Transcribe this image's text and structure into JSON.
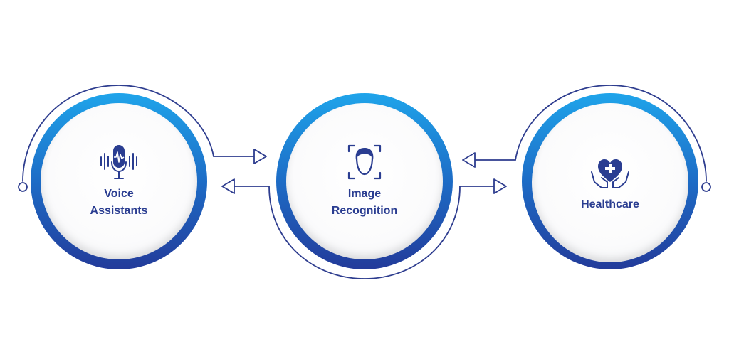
{
  "colors": {
    "accent_light": "#1fa4ea",
    "accent_dark": "#233b9a",
    "label": "#2a3d91",
    "connector": "#2e3d8f"
  },
  "nodes": [
    {
      "label": "Voice\nAssistants",
      "icon": "microphone-soundwave-icon"
    },
    {
      "label": "Image\nRecognition",
      "icon": "face-scan-icon"
    },
    {
      "label": "Healthcare",
      "icon": "heart-in-hands-icon"
    }
  ]
}
